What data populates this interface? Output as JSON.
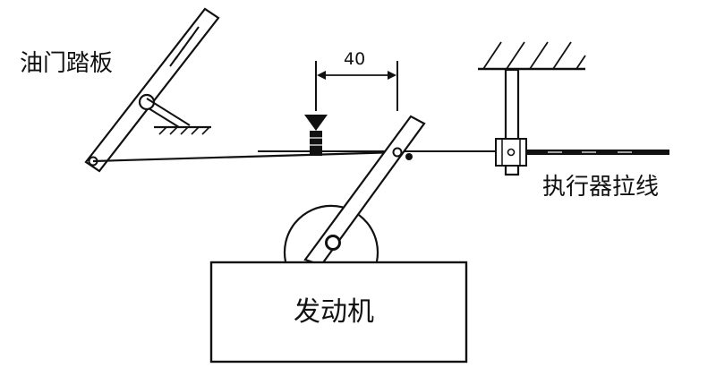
{
  "labels": {
    "pedal": "油门踏板",
    "actuator_cable": "执行器拉线",
    "engine": "发动机",
    "dimension": "40"
  },
  "colors": {
    "ink": "#111111",
    "background": "#ffffff"
  }
}
